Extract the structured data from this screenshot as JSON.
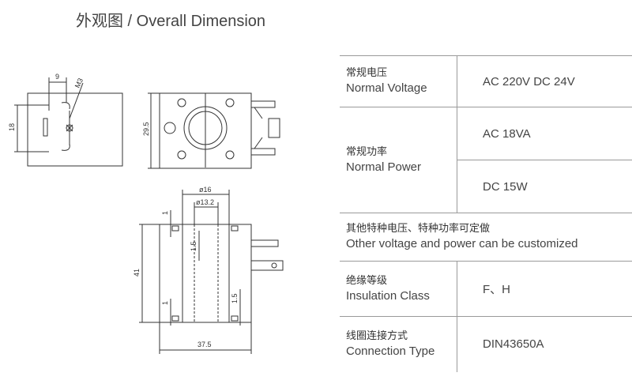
{
  "title": "外观图 / Overall Dimension",
  "dimensions": {
    "d9": "9",
    "m3": "M3",
    "d18": "18",
    "d29_5": "29.5",
    "phi16": "ø16",
    "phi13_2": "ø13.2",
    "d1_top": "1",
    "d1_5_top": "1.5",
    "d41": "41",
    "d1_bottom": "1",
    "d1_5_bottom": "1.5",
    "d37_5": "37.5"
  },
  "specs": [
    {
      "cn": "常规电压",
      "en": "Normal Voltage",
      "value": "AC 220V  DC 24V"
    },
    {
      "cn": "常规功率",
      "en": "Normal Power",
      "values": [
        "AC 18VA",
        "DC 15W"
      ]
    },
    {
      "cn": "其他特种电压、特种功率可定做",
      "en": "Other voltage and power can be customized"
    },
    {
      "cn": "绝缘等级",
      "en": "Insulation Class",
      "value": "F、H"
    },
    {
      "cn": "线圈连接方式",
      "en": "Connection Type",
      "value": "DIN43650A"
    }
  ]
}
